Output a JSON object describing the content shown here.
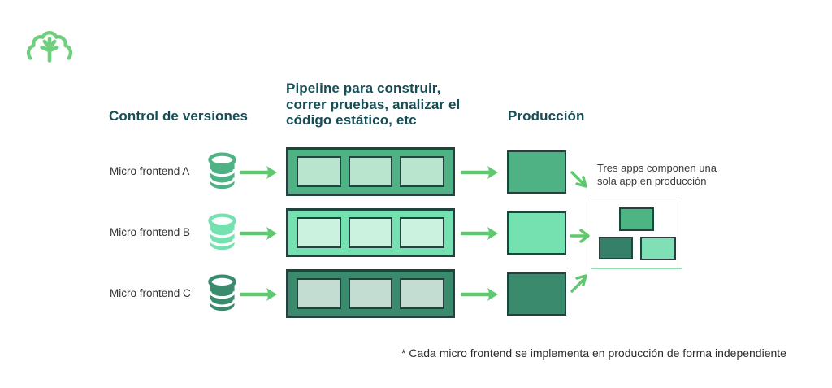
{
  "brand": {
    "logo_icon": "cloud-tree-icon",
    "logo_color": "#6fcf7f"
  },
  "headers": {
    "version_control": "Control de versiones",
    "pipeline": "Pipeline para construir, correr pruebas, analizar el código estático, etc",
    "production": "Producción"
  },
  "rows": [
    {
      "label": "Micro frontend A",
      "theme": "#4fb284",
      "inner": "#b9e4cd",
      "repo_icon": "database-icon",
      "flow_icon": "arrow-right-icon",
      "converge_icon": "arrow-down-right-icon"
    },
    {
      "label": "Micro frontend B",
      "theme": "#75e1b0",
      "inner": "#cbf1df",
      "repo_icon": "database-icon",
      "flow_icon": "arrow-right-icon",
      "converge_icon": "arrow-right-icon"
    },
    {
      "label": "Micro frontend C",
      "theme": "#3a8a6e",
      "inner": "#c4ddd2",
      "repo_icon": "database-icon",
      "flow_icon": "arrow-right-icon",
      "converge_icon": "arrow-up-right-icon"
    }
  ],
  "composed_app": {
    "caption": "Tres apps componen una sola app en producción",
    "outline_color": "#8edbac",
    "apps": [
      {
        "name": "app-top",
        "color": "#4db583"
      },
      {
        "name": "app-bottom-left",
        "color": "#36806a"
      },
      {
        "name": "app-bottom-right",
        "color": "#7ee0b4"
      }
    ]
  },
  "footnote": "* Cada micro frontend se implementa en producción de forma independiente",
  "palette": {
    "border_dark": "#20443d",
    "arrow_green": "#5ec96e",
    "header_teal": "#164e57",
    "text_dark": "#333333"
  }
}
